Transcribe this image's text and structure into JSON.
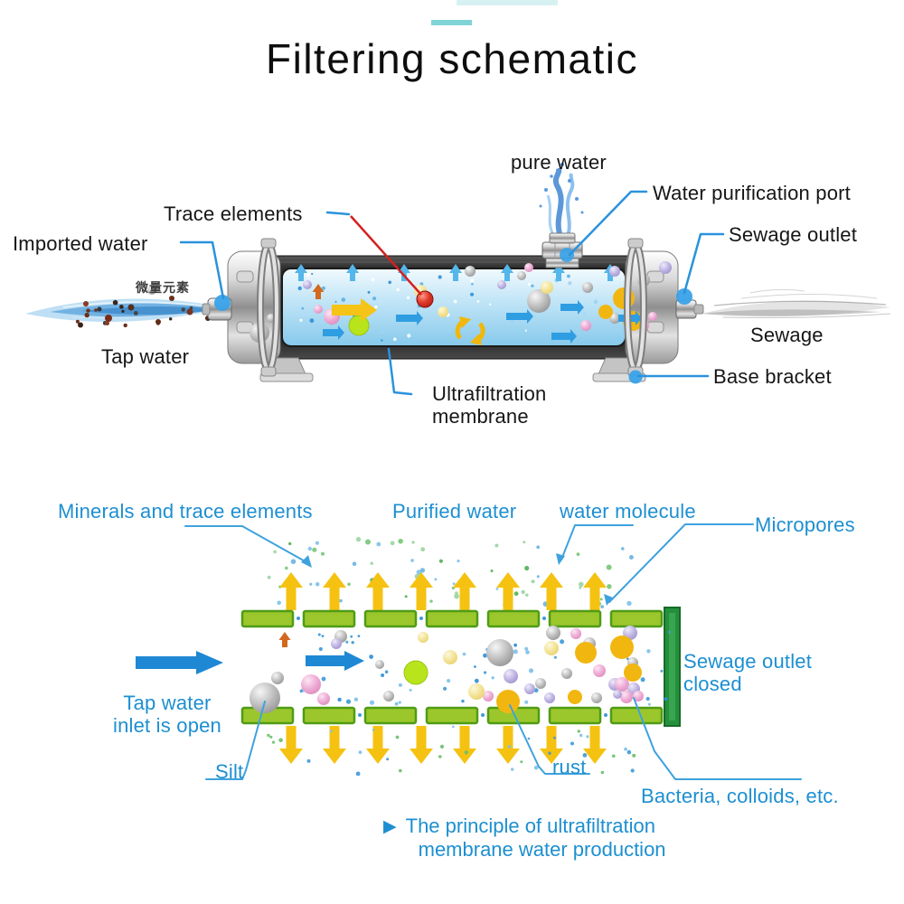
{
  "title": "Filtering schematic",
  "colors": {
    "accent_teal": "#7fd4d8",
    "label_blue": "#1d8fd1",
    "leader_blue": "#2b92dd",
    "membrane_green": "#9cc72c",
    "arrow_yellow": "#f5c211",
    "arrow_blue": "#1e88d4"
  },
  "top_diagram": {
    "labels": {
      "pure_water": "pure water",
      "purification_port": "Water purification port",
      "sewage_outlet": "Sewage outlet",
      "trace_elements": "Trace elements",
      "imported_water": "Imported water",
      "tap_water": "Tap water",
      "sewage": "Sewage",
      "base_bracket": "Base bracket",
      "membrane_line1": "Ultrafiltration",
      "membrane_line2": "membrane",
      "cn_trace": "微量元素"
    }
  },
  "bottom_diagram": {
    "labels": {
      "minerals": "Minerals and trace elements",
      "purified_water": "Purified water",
      "water_molecule": "water molecule",
      "micropores": "Micropores",
      "inlet_line1": "Tap water",
      "inlet_line2": "inlet is open",
      "closed_line1": "Sewage outlet",
      "closed_line2": "closed",
      "silt": "Silt",
      "rust": "rust",
      "bacteria": "Bacteria, colloids, etc."
    }
  },
  "footer": {
    "marker": "▶",
    "line1": "The principle of ultrafiltration",
    "line2": "membrane water production"
  }
}
